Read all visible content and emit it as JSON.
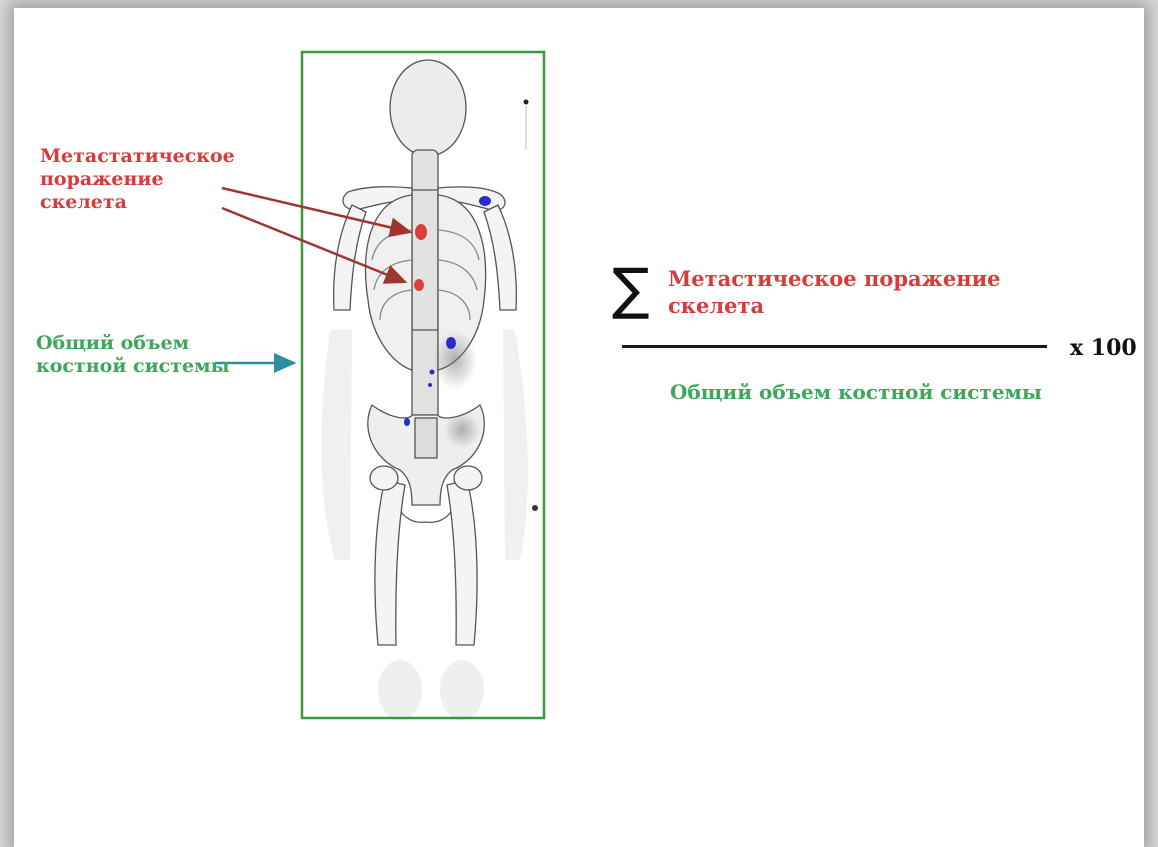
{
  "labels": {
    "metastatic_lesion": "Метастатическое\nпоражение\nскелета",
    "total_bone_volume": "Общий объем\nкостной системы"
  },
  "formula": {
    "sigma": "∑",
    "numerator": "Метастическое поражение\nскелета",
    "denominator": "Общий объем костной системы",
    "multiplier": "x 100"
  },
  "colors": {
    "lesion_text": "#d73b3b",
    "volume_text": "#3da85a",
    "bounding_box": "#3a9a3a",
    "lesion_arrow": "#a0342f",
    "volume_arrow": "#2b8fa0",
    "hotspot_blue": "#2a2ad0"
  }
}
